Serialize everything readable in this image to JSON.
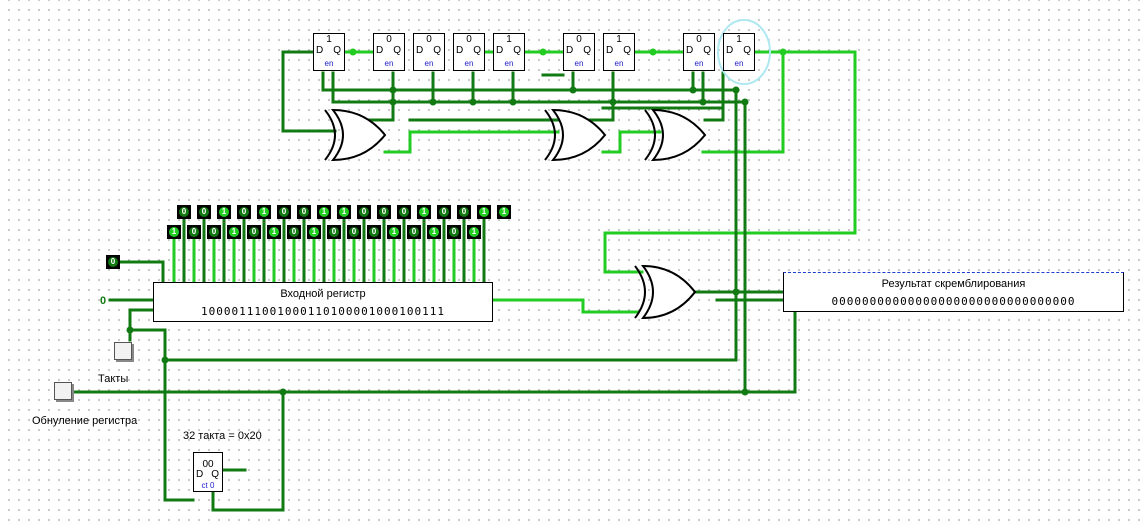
{
  "scrambler_register": {
    "flipflops": [
      {
        "value": "1",
        "d": "D",
        "q": "Q",
        "enable": "en"
      },
      {
        "value": "0",
        "d": "D",
        "q": "Q",
        "enable": "en"
      },
      {
        "value": "0",
        "d": "D",
        "q": "Q",
        "enable": "en"
      },
      {
        "value": "0",
        "d": "D",
        "q": "Q",
        "enable": "en"
      },
      {
        "value": "1",
        "d": "D",
        "q": "Q",
        "enable": "en"
      },
      {
        "value": "0",
        "d": "D",
        "q": "Q",
        "enable": "en"
      },
      {
        "value": "1",
        "d": "D",
        "q": "Q",
        "enable": "en"
      },
      {
        "value": "0",
        "d": "D",
        "q": "Q",
        "enable": "en"
      },
      {
        "value": "1",
        "d": "D",
        "q": "Q",
        "enable": "en"
      }
    ]
  },
  "input_register": {
    "title": "Входной регистр",
    "bits": "10000111001000110100001000100111",
    "pins_top": [
      "0",
      "0",
      "1",
      "0",
      "1",
      "0",
      "0",
      "1",
      "1",
      "0",
      "0",
      "0",
      "1",
      "0",
      "0",
      "1",
      "1"
    ],
    "pins_bottom": [
      "1",
      "0",
      "0",
      "1",
      "0",
      "1",
      "0",
      "1",
      "0",
      "0",
      "0",
      "1",
      "0",
      "1",
      "0",
      "1"
    ],
    "clock_enable_pin": "0",
    "constant_input": "0"
  },
  "output_register": {
    "title": "Результат скремблирования",
    "bits": "00000000000000000000000000000000"
  },
  "labels": {
    "clock": "Такты",
    "reset": "Обнуление регистра",
    "counter_note": "32 такта = 0x20"
  },
  "counter": {
    "value": "00",
    "d": "D",
    "q": "Q",
    "enable": "ct 0"
  },
  "colors": {
    "wire_high": "#22cc22",
    "wire_low": "#127a12",
    "selection": "#aee8f0"
  }
}
